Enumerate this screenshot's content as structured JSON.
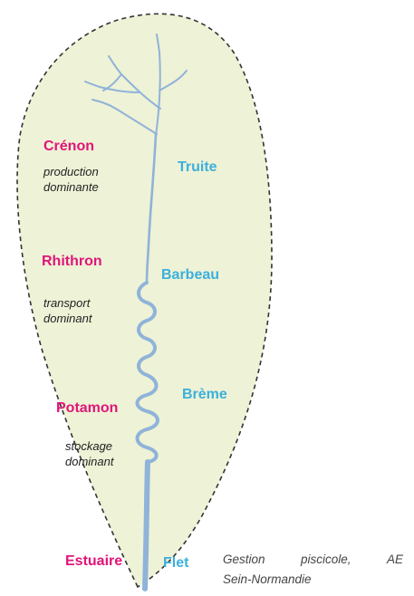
{
  "zones": {
    "crenon": "Crénon",
    "rhithron": "Rhithron",
    "potamon": "Potamon",
    "estuaire": "Estuaire"
  },
  "processes": {
    "production": "production\ndominante",
    "transport": "transport\ndominant",
    "stockage": "stockage\ndominant"
  },
  "fish": {
    "truite": "Truite",
    "barbeau": "Barbeau",
    "breme": "Brème",
    "flet": "Flet"
  },
  "caption": {
    "word1": "Gestion",
    "word2": "piscicole,",
    "word3": "AE",
    "line2": "Sein-Normandie"
  },
  "colors": {
    "zone_label": "#e0157a",
    "fish_label": "#3cb0dc",
    "river": "#8fb3d9",
    "basin_fill": "#eef2d6"
  }
}
